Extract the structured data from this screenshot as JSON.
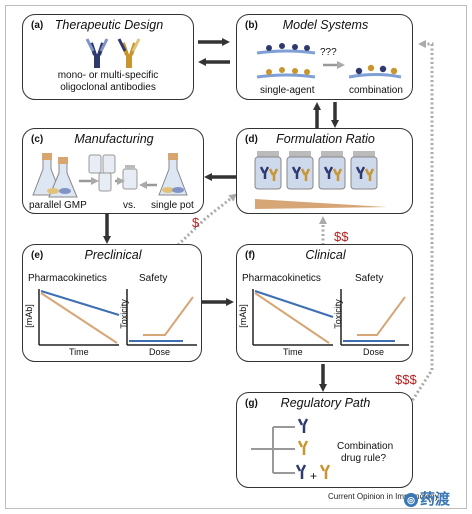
{
  "panels": {
    "a": {
      "tag": "(a)",
      "title": "Therapeutic Design",
      "caption_line1": "mono- or multi-specific",
      "caption_line2": "oligoclonal antibodies"
    },
    "b": {
      "tag": "(b)",
      "title": "Model Systems",
      "label_single": "single-agent",
      "label_combination": "combination",
      "question": "???"
    },
    "c": {
      "tag": "(c)",
      "title": "Manufacturing",
      "label_parallel": "parallel GMP",
      "label_vs": "vs.",
      "label_single_pot": "single pot"
    },
    "d": {
      "tag": "(d)",
      "title": "Formulation Ratio"
    },
    "e": {
      "tag": "(e)",
      "title": "Preclinical",
      "pk_label": "Pharmacokinetics",
      "safety_label": "Safety",
      "y_pk": "[mAb]",
      "y_tox": "Toxicity",
      "x_time": "Time",
      "x_dose": "Dose"
    },
    "f": {
      "tag": "(f)",
      "title": "Clinical",
      "pk_label": "Pharmacokinetics",
      "safety_label": "Safety",
      "y_pk": "[mAb]",
      "y_tox": "Toxicity",
      "x_time": "Time",
      "x_dose": "Dose"
    },
    "g": {
      "tag": "(g)",
      "title": "Regulatory Path",
      "rule_line1": "Combination",
      "rule_line2": "drug rule?",
      "plus": "+"
    }
  },
  "costs": {
    "e_to_d": "$",
    "f_to_d": "$$",
    "g_to_b": "$$$"
  },
  "footer": {
    "source": "Current Opinion in Immunology",
    "logo_text": "药渡"
  },
  "colors": {
    "navy": "#2e3a6e",
    "gold": "#c9952e",
    "blue_line": "#3e6fb3",
    "tan_line": "#d7a676",
    "cost_red": "#b22222"
  }
}
